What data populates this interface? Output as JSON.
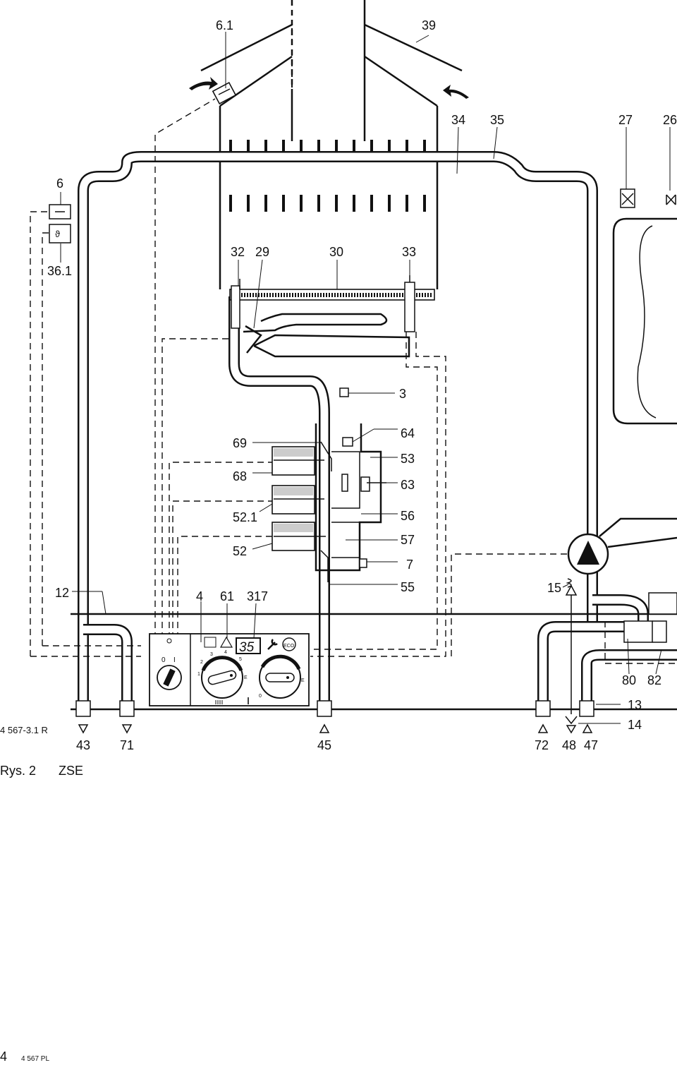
{
  "figure": {
    "caption_prefix": "Rys. 2",
    "variant": "ZSE",
    "doc_ref": "4 567-3.1 R",
    "page_number": "4",
    "page_code": "4 567 PL"
  },
  "labels": {
    "l6_1": "6.1",
    "l39": "39",
    "l34": "34",
    "l35": "35",
    "l27": "27",
    "l26": "26",
    "l6": "6",
    "l36_1": "36.1",
    "l32": "32",
    "l29": "29",
    "l30": "30",
    "l33": "33",
    "l3": "3",
    "l69": "69",
    "l64": "64",
    "l53": "53",
    "l68": "68",
    "l63": "63",
    "l52_1": "52.1",
    "l56": "56",
    "l52": "52",
    "l57": "57",
    "l7": "7",
    "l12": "12",
    "l4": "4",
    "l61": "61",
    "l317": "317",
    "l55": "55",
    "l15": "15",
    "l80": "80",
    "l82": "82",
    "l13": "13",
    "l14": "14",
    "l43": "43",
    "l71": "71",
    "l45": "45",
    "l72": "72",
    "l48": "48",
    "l47": "47"
  },
  "control_panel": {
    "display_value": "35",
    "eco_label": "ECO",
    "switch_0": "0",
    "switch_1": "I",
    "dial1_marks": [
      "1",
      "2",
      "3",
      "4",
      "5",
      "E"
    ],
    "dial2_marks": [
      "0",
      "E"
    ]
  }
}
